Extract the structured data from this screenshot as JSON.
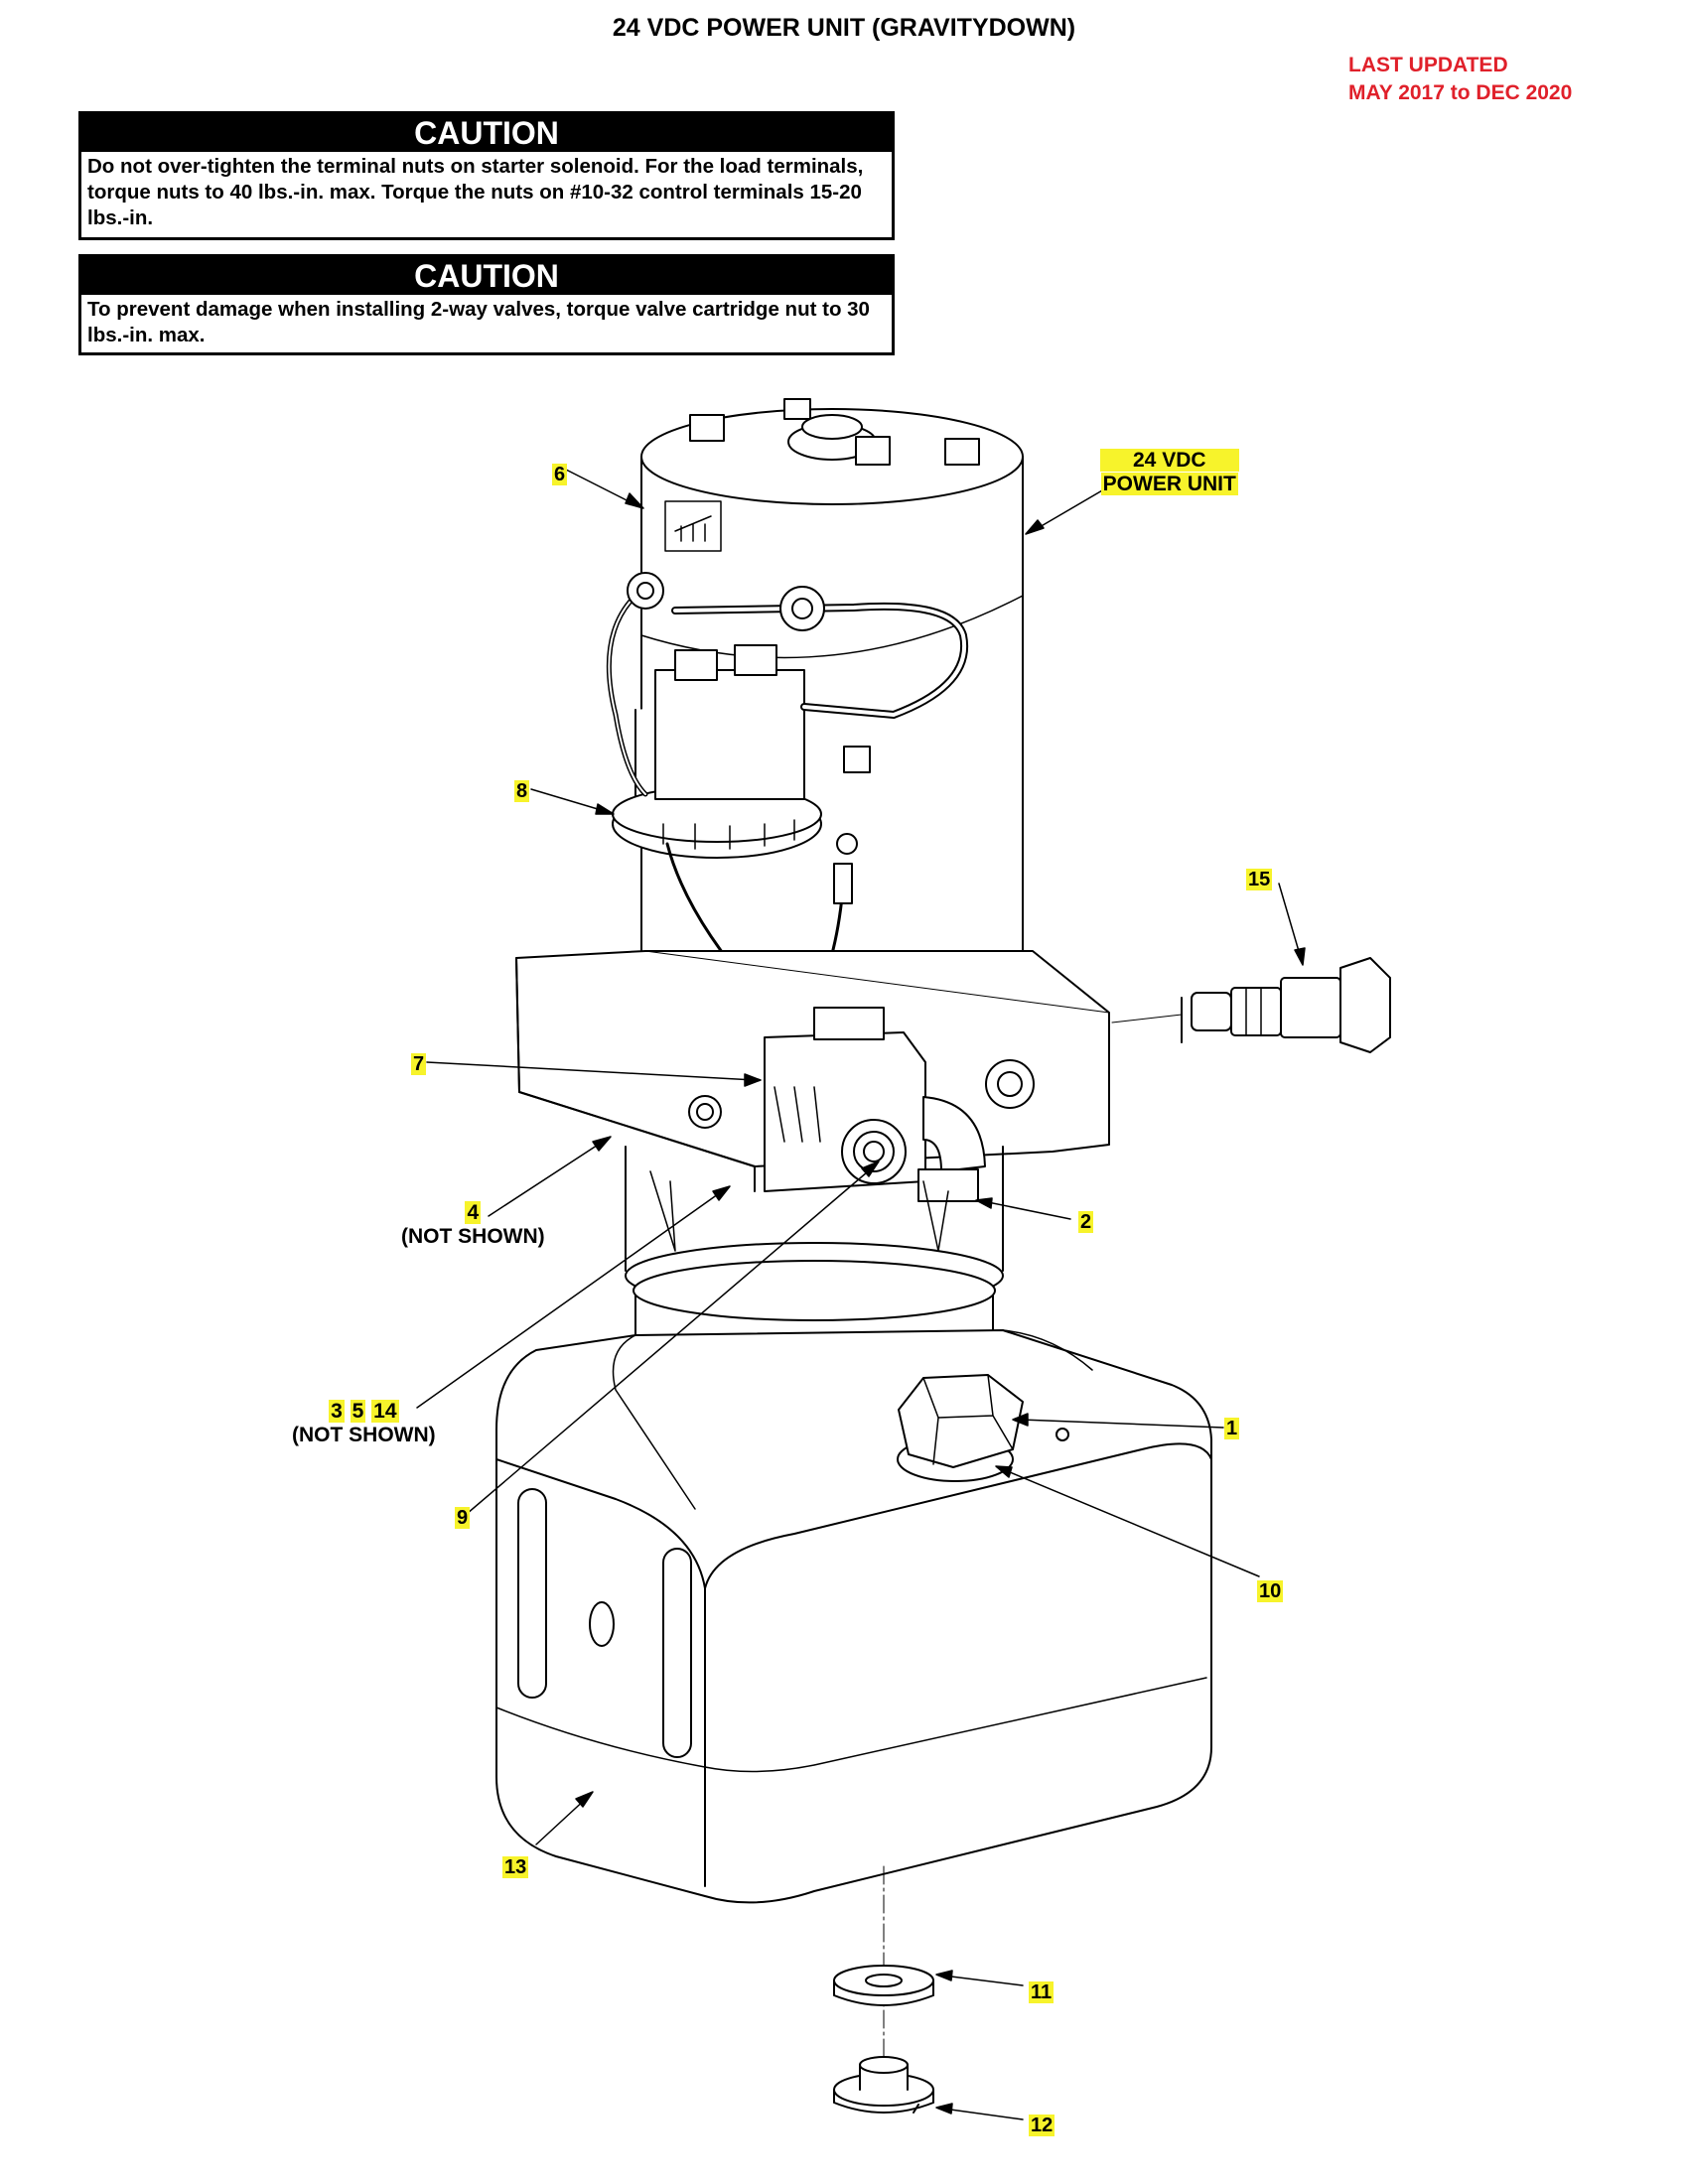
{
  "title": "24 VDC POWER UNIT (GRAVITYDOWN)",
  "last_updated": {
    "line1": "LAST UPDATED",
    "line2": "MAY 2017 to DEC 2020"
  },
  "cautions": [
    {
      "heading": "CAUTION",
      "text": "Do not over-tighten the terminal nuts on starter solenoid. For the load terminals, torque nuts to 40 lbs.-in. max. Torque the nuts on #10-32 control terminals 15-20 lbs.-in."
    },
    {
      "heading": "CAUTION",
      "text": "To prevent damage when installing 2-way valves, torque valve cartridge nut to 30 lbs.-in. max."
    }
  ],
  "unit_label": {
    "line1": "24 VDC",
    "line2": "POWER UNIT"
  },
  "callouts": {
    "c1": "1",
    "c2": "2",
    "c4": "4",
    "c6": "6",
    "c7": "7",
    "c8": "8",
    "c9": "9",
    "c10": "10",
    "c11": "11",
    "c12": "12",
    "c13": "13",
    "c15": "15",
    "c3": "3",
    "c5": "5",
    "c14": "14"
  },
  "not_shown": "(NOT SHOWN)",
  "colors": {
    "highlight": "#f7f32b",
    "updated_text": "#e0202a",
    "caution_bar": "#000000"
  }
}
